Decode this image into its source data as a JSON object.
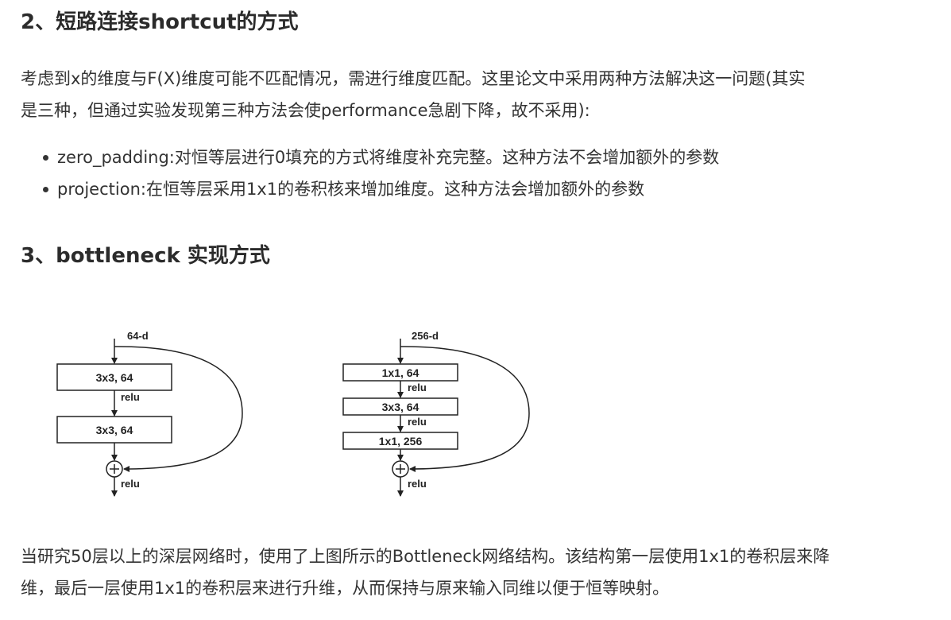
{
  "section2": {
    "heading": "2、短路连接shortcut的方式",
    "paragraph_lines": [
      "考虑到x的维度与F(X)维度可能不匹配情况，需进行维度匹配。这里论文中采用两种方法解决这一问题(其实",
      "是三种，但通过实验发现第三种方法会使performance急剧下降，故不采用):"
    ],
    "bullets": [
      "zero_padding:对恒等层进行0填充的方式将维度补充完整。这种方法不会增加额外的参数",
      "projection:在恒等层采用1x1的卷积核来增加维度。这种方法会增加额外的参数"
    ]
  },
  "section3": {
    "heading": "3、bottleneck 实现方式",
    "figure": {
      "left_block": {
        "input_label": "64-d",
        "layers": [
          "3x3, 64",
          "3x3, 64"
        ],
        "inner_activation": "relu",
        "output_activation": "relu"
      },
      "right_block": {
        "input_label": "256-d",
        "layers": [
          "1x1, 64",
          "3x3, 64",
          "1x1, 256"
        ],
        "inner_activations": [
          "relu",
          "relu"
        ],
        "output_activation": "relu"
      }
    },
    "paragraph_lines": [
      "当研究50层以上的深层网络时，使用了上图所示的Bottleneck网络结构。该结构第一层使用1x1的卷积层来降",
      "维，最后一层使用1x1的卷积层来进行升维，从而保持与原来输入同维以便于恒等映射。"
    ]
  }
}
